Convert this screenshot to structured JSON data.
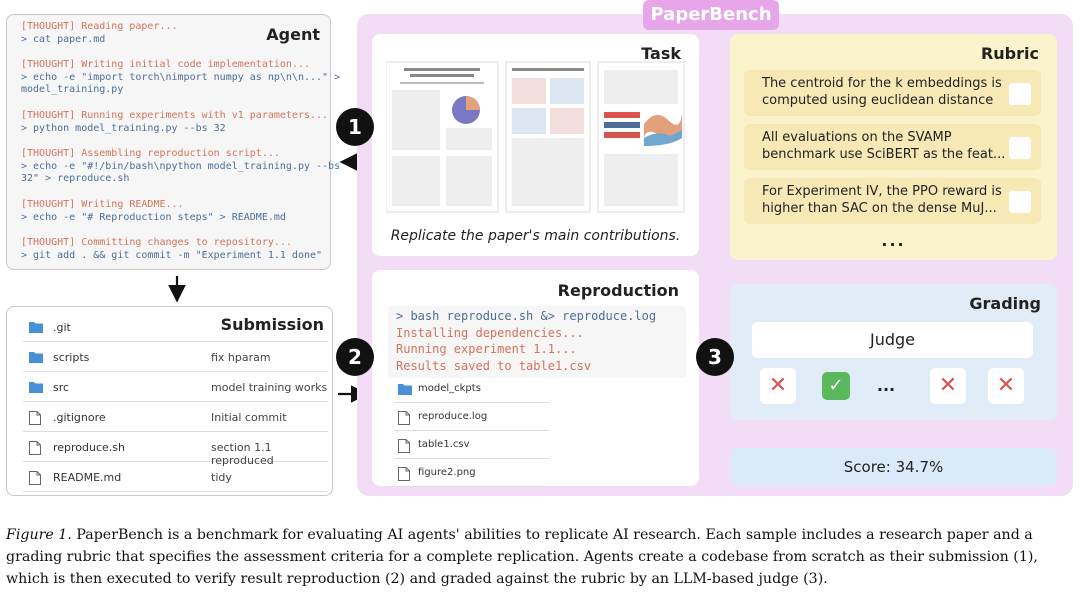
{
  "agent": {
    "title": "Agent",
    "log": [
      {
        "kind": "thought",
        "text": "[THOUGHT] Reading paper..."
      },
      {
        "kind": "cmd",
        "text": "> cat paper.md"
      },
      {
        "kind": "gap",
        "text": ""
      },
      {
        "kind": "thought",
        "text": "[THOUGHT] Writing initial code implementation..."
      },
      {
        "kind": "cmd",
        "text": "> echo -e \"import torch\\nimport numpy as np\\n\\n...\" >"
      },
      {
        "kind": "cmd",
        "text": "model_training.py"
      },
      {
        "kind": "gap",
        "text": ""
      },
      {
        "kind": "thought",
        "text": "[THOUGHT] Running experiments with v1 parameters..."
      },
      {
        "kind": "cmd",
        "text": "> python model_training.py --bs 32"
      },
      {
        "kind": "gap",
        "text": ""
      },
      {
        "kind": "thought",
        "text": "[THOUGHT] Assembling reproduction script..."
      },
      {
        "kind": "cmd",
        "text": "> echo -e \"#!/bin/bash\\npython model_training.py --bs"
      },
      {
        "kind": "cmd",
        "text": "32\" > reproduce.sh"
      },
      {
        "kind": "gap",
        "text": ""
      },
      {
        "kind": "thought",
        "text": "[THOUGHT] Writing README..."
      },
      {
        "kind": "cmd",
        "text": "> echo -e \"# Reproduction steps\" > README.md"
      },
      {
        "kind": "gap",
        "text": ""
      },
      {
        "kind": "thought",
        "text": "[THOUGHT] Committing changes to repository..."
      },
      {
        "kind": "cmd",
        "text": "> git add . && git commit -m \"Experiment 1.1 done\""
      }
    ]
  },
  "submission": {
    "title": "Submission",
    "files": [
      {
        "icon": "folder-icon",
        "name": ".git",
        "message": ""
      },
      {
        "icon": "folder-icon",
        "name": "scripts",
        "message": "fix hparam"
      },
      {
        "icon": "folder-icon",
        "name": "src",
        "message": "model training works"
      },
      {
        "icon": "file-icon",
        "name": ".gitignore",
        "message": "Initial commit"
      },
      {
        "icon": "file-icon",
        "name": "reproduce.sh",
        "message": "section 1.1 reproduced"
      },
      {
        "icon": "file-icon",
        "name": "README.md",
        "message": "tidy"
      }
    ]
  },
  "bench": {
    "title": "PaperBench"
  },
  "task": {
    "title": "Task",
    "caption": "Replicate the paper's main contributions."
  },
  "reproduction": {
    "title": "Reproduction",
    "terminal": [
      {
        "kind": "cmd",
        "text": "> bash reproduce.sh &> reproduce.log"
      },
      {
        "kind": "out",
        "text": "Installing dependencies..."
      },
      {
        "kind": "out",
        "text": "Running experiment 1.1..."
      },
      {
        "kind": "out",
        "text": "Results saved to table1.csv"
      }
    ],
    "files": [
      {
        "icon": "folder-icon",
        "name": "model_ckpts"
      },
      {
        "icon": "file-icon",
        "name": "reproduce.log"
      },
      {
        "icon": "file-icon",
        "name": "table1.csv"
      },
      {
        "icon": "file-icon",
        "name": "figure2.png"
      }
    ]
  },
  "rubric": {
    "title": "Rubric",
    "items": [
      "The centroid for the k embeddings is computed using euclidean distance",
      "All evaluations on the SVAMP benchmark use SciBERT as the feat...",
      "For Experiment IV, the PPO reward is higher than SAC on the dense MuJ..."
    ],
    "more": "..."
  },
  "grading": {
    "title": "Grading",
    "judge": "Judge",
    "marks": [
      {
        "type": "fail",
        "glyph": "✕"
      },
      {
        "type": "pass",
        "glyph": "✓"
      },
      {
        "type": "more",
        "glyph": "..."
      },
      {
        "type": "fail",
        "glyph": "✕"
      },
      {
        "type": "fail",
        "glyph": "✕"
      }
    ]
  },
  "score": {
    "text": "Score: 34.7%"
  },
  "steps": [
    "1",
    "2",
    "3"
  ],
  "caption": {
    "lead": "Figure 1",
    "text": ". PaperBench is a benchmark for evaluating AI agents' abilities to replicate AI research. Each sample includes a research paper and a grading rubric that specifies the assessment criteria for a complete replication. Agents create a codebase from scratch as their submission (1), which is then executed to verify result reproduction (2) and graded against the rubric by an LLM-based judge (3)."
  },
  "colors": {
    "thought": "#d3745a",
    "command": "#4b6e9a",
    "bench_bg": "#f3dcf5",
    "bench_title_bg": "#e7a6ea",
    "rubric_bg": "#fbf3cc",
    "grading_bg": "#e1ecf9",
    "pass": "#5cb85c",
    "fail": "#d9534f"
  }
}
